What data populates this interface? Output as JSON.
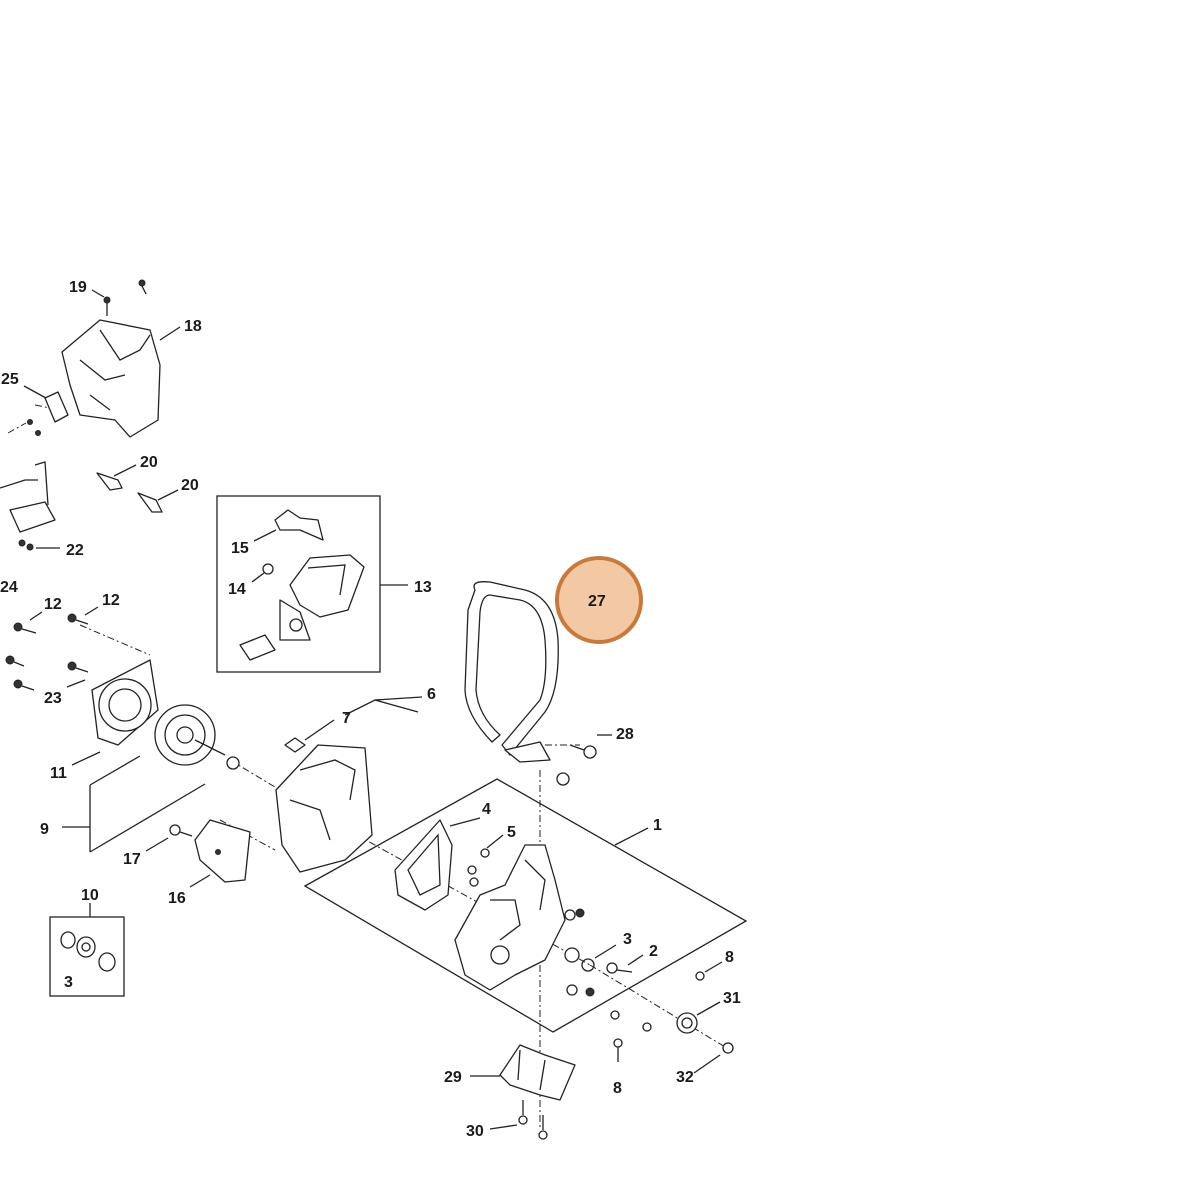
{
  "diagram": {
    "callouts": [
      {
        "id": "p19",
        "text": "19"
      },
      {
        "id": "p18",
        "text": "18"
      },
      {
        "id": "p25",
        "text": "25"
      },
      {
        "id": "p20a",
        "text": "20"
      },
      {
        "id": "p20b",
        "text": "20"
      },
      {
        "id": "p22",
        "text": "22"
      },
      {
        "id": "p24",
        "text": "24"
      },
      {
        "id": "p12a",
        "text": "12"
      },
      {
        "id": "p12b",
        "text": "12"
      },
      {
        "id": "p15",
        "text": "15"
      },
      {
        "id": "p14",
        "text": "14"
      },
      {
        "id": "p13",
        "text": "13"
      },
      {
        "id": "p23",
        "text": "23"
      },
      {
        "id": "p11",
        "text": "11"
      },
      {
        "id": "p7",
        "text": "7"
      },
      {
        "id": "p6",
        "text": "6"
      },
      {
        "id": "p27",
        "text": "27"
      },
      {
        "id": "p28",
        "text": "28"
      },
      {
        "id": "p4",
        "text": "4"
      },
      {
        "id": "p5",
        "text": "5"
      },
      {
        "id": "p1",
        "text": "1"
      },
      {
        "id": "p9",
        "text": "9"
      },
      {
        "id": "p17",
        "text": "17"
      },
      {
        "id": "p16",
        "text": "16"
      },
      {
        "id": "p10",
        "text": "10"
      },
      {
        "id": "p3a",
        "text": "3"
      },
      {
        "id": "p3b",
        "text": "3"
      },
      {
        "id": "p2",
        "text": "2"
      },
      {
        "id": "p8a",
        "text": "8"
      },
      {
        "id": "p31",
        "text": "31"
      },
      {
        "id": "p8b",
        "text": "8"
      },
      {
        "id": "p32",
        "text": "32"
      },
      {
        "id": "p29",
        "text": "29"
      },
      {
        "id": "p30",
        "text": "30"
      }
    ],
    "highlight_color": "#f2c9a4",
    "highlight_stroke": "#c97a3a"
  }
}
